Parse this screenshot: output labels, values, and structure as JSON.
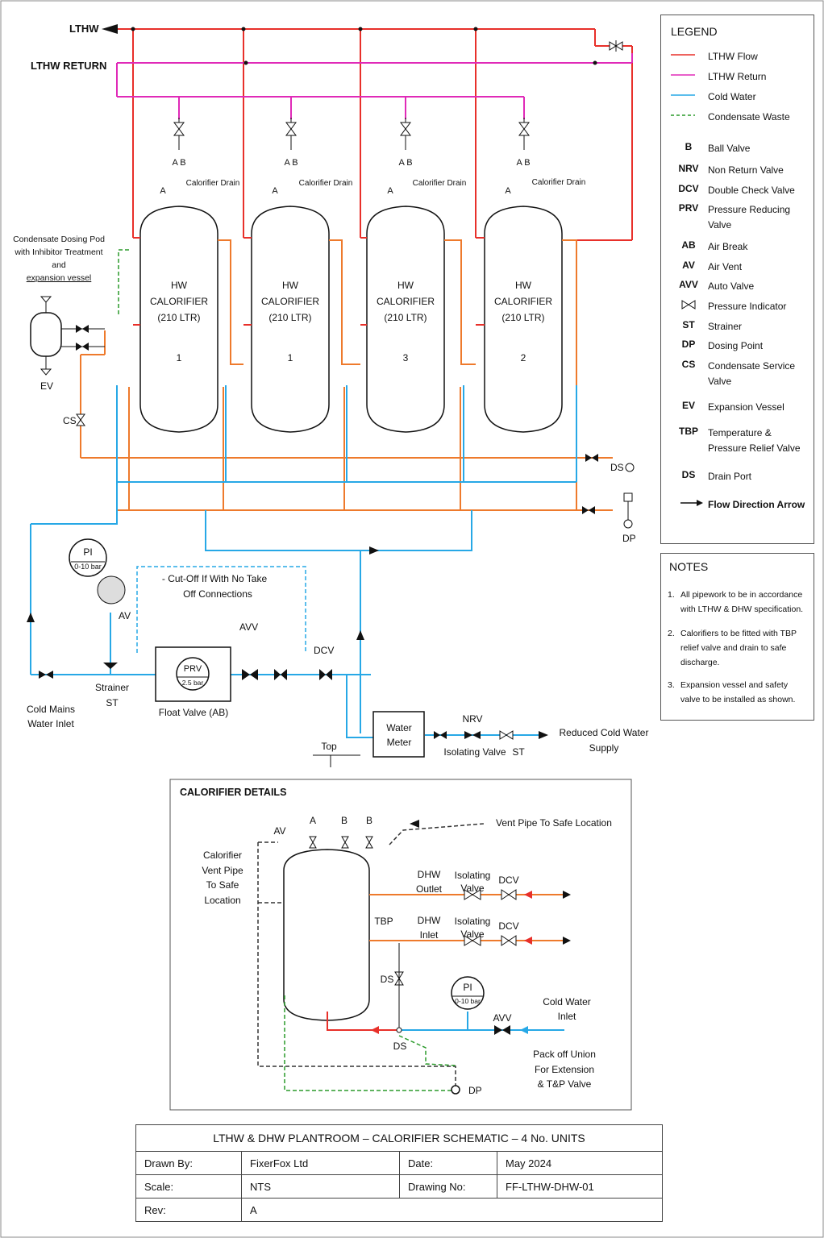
{
  "labels": {
    "lthw": "LTHW",
    "lthw_return": "LTHW RETURN",
    "dosing_pod": [
      "Condensate Dosing Pod",
      "with Inhibitor Treatment",
      "and",
      "expansion vessel"
    ],
    "ev": "EV",
    "cs": "CS",
    "ds": "DS",
    "dp": "DP",
    "cut_off": [
      "- Cut-Off If With No Take",
      "Off Connections"
    ],
    "pi": "PI",
    "pi_range": "0-10 bar",
    "av": "AV",
    "avv": "AVV",
    "dcv": "DCV",
    "prv": "PRV",
    "prv_setting": "2.5 bar",
    "strainer": "Strainer",
    "st": "ST",
    "float_valve": "Float Valve (AB)",
    "cold_mains": [
      "Cold Mains",
      "Water Inlet"
    ],
    "water_meter": [
      "Water",
      "Meter"
    ],
    "top": "Top",
    "nrv": "NRV",
    "isolating_valve": "Isolating Valve",
    "reduced_supply": [
      "Reduced Cold Water",
      "Supply"
    ]
  },
  "calorifiers": [
    {
      "name": [
        "HW",
        "CALORIFIER",
        "(210 LTR)"
      ],
      "number": "1",
      "drain": "Calorifier Drain",
      "a": "A",
      "ab": "A B"
    },
    {
      "name": [
        "HW",
        "CALORIFIER",
        "(210 LTR)"
      ],
      "number": "1",
      "drain": "Calorifier Drain",
      "a": "A",
      "ab": "A B"
    },
    {
      "name": [
        "HW",
        "CALORIFIER",
        "(210 LTR)"
      ],
      "number": "3",
      "drain": "Calorifier Drain",
      "a": "A",
      "ab": "A B"
    },
    {
      "name": [
        "HW",
        "CALORIFIER",
        "(210 LTR)"
      ],
      "number": "2",
      "drain": "Calorifier Drain",
      "a": "A",
      "ab": "A B"
    }
  ],
  "legend": {
    "title": "LEGEND",
    "lines": [
      {
        "label": "LTHW Flow",
        "color": "#e8302a",
        "dash": false
      },
      {
        "label": "LTHW Return",
        "color": "#e02ab8",
        "dash": false
      },
      {
        "label": "Cold Water",
        "color": "#27a8e6",
        "dash": false
      },
      {
        "label": "Condensate Waste",
        "color": "#2a9a2a",
        "dash": true
      }
    ],
    "abbreviations": [
      {
        "abbr": "B",
        "desc": "Ball Valve"
      },
      {
        "abbr": "NRV",
        "desc": "Non Return Valve"
      },
      {
        "abbr": "DCV",
        "desc": "Double Check Valve"
      },
      {
        "abbr": "PRV",
        "desc": "Pressure Reducing Valve"
      },
      {
        "abbr": "AB",
        "desc": "Air Break"
      },
      {
        "abbr": "AV",
        "desc": "Air Vent"
      },
      {
        "abbr": "AVV",
        "desc": "Auto Valve"
      },
      {
        "abbr": "",
        "desc": "Pressure Indicator"
      },
      {
        "abbr": "ST",
        "desc": "Strainer"
      },
      {
        "abbr": "DP",
        "desc": "Dosing Point"
      },
      {
        "abbr": "CS",
        "desc": "Condensate Service Valve"
      },
      {
        "abbr": "EV",
        "desc": "Expansion Vessel"
      },
      {
        "abbr": "TBP",
        "desc": "Temperature & Pressure Relief Valve"
      },
      {
        "abbr": "DS",
        "desc": "Drain Port"
      },
      {
        "abbr": "",
        "desc": "Flow Direction Arrow"
      }
    ]
  },
  "notes": {
    "title": "NOTES",
    "items": [
      {
        "n": "1.",
        "text": "All pipework to be in accordance with LTHW & DHW specification."
      },
      {
        "n": "2.",
        "text": "Calorifiers to be fitted with TBP relief valve and drain to safe discharge."
      },
      {
        "n": "3.",
        "text": "Expansion vessel and safety valve to be installed as shown."
      }
    ]
  },
  "details": {
    "title": "CALORIFIER DETAILS",
    "av": "AV",
    "a": "A",
    "b1": "B",
    "b2": "B",
    "vent_pipe": "Vent Pipe To Safe Location",
    "calorifier_vent": [
      "Calorifier",
      "Vent Pipe",
      "To Safe",
      "Location"
    ],
    "dhw_outlet": [
      "DHW",
      "Outlet"
    ],
    "dhw_inlet": [
      "DHW",
      "Inlet"
    ],
    "isolating_valve": [
      "Isolating",
      "Valve"
    ],
    "dcv": "DCV",
    "tbp": "TBP",
    "ds": "DS",
    "pi": "PI",
    "pi_range": "0-10 bar",
    "avv": "AVV",
    "cold_water_inlet": [
      "Cold Water",
      "Inlet"
    ],
    "pack_off": [
      "Pack off Union",
      "For Extension",
      "& T&P Valve"
    ],
    "dp": "DP"
  },
  "title_block": {
    "title": "LTHW & DHW PLANTROOM – CALORIFIER SCHEMATIC – 4 No. UNITS",
    "drawn_by_label": "Drawn By:",
    "drawn_by": "FixerFox Ltd",
    "date_label": "Date:",
    "date": "May 2024",
    "scale_label": "Scale:",
    "scale": "NTS",
    "drawing_no_label": "Drawing No:",
    "drawing_no": "FF-LTHW-DHW-01",
    "rev_label": "Rev:",
    "rev": "A"
  },
  "colors": {
    "flow": "#e8302a",
    "return": "#e02ab8",
    "cold": "#27a8e6",
    "hot_water": "#ee7a2c",
    "condensate": "#2a9a2a"
  }
}
